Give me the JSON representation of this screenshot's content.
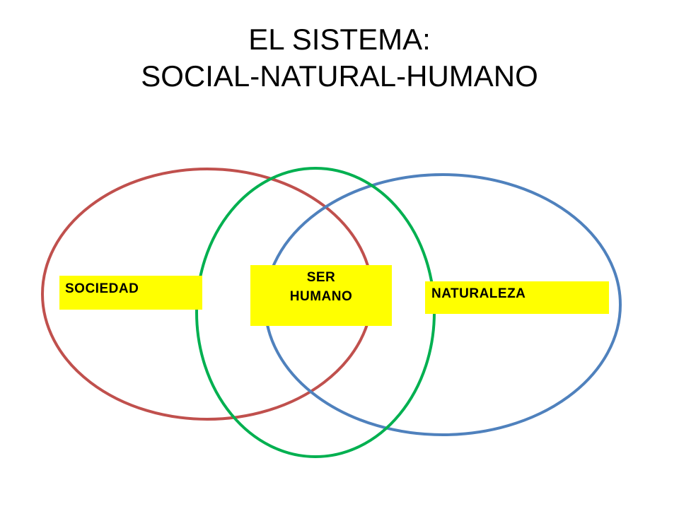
{
  "title": {
    "line1": "EL SISTEMA:",
    "line2": "SOCIAL-NATURAL-HUMANO"
  },
  "diagram": {
    "type": "venn",
    "sets": [
      {
        "id": "sociedad",
        "label": "SOCIEDAD",
        "color": "#c0504d"
      },
      {
        "id": "ser-humano",
        "label_line1": "SER",
        "label_line2": "HUMANO",
        "color": "#00b050"
      },
      {
        "id": "naturaleza",
        "label": "NATURALEZA",
        "color": "#4f81bd"
      }
    ],
    "label_background": "#ffff00"
  }
}
